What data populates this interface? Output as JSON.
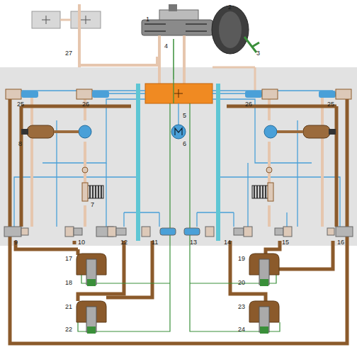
{
  "diagram": {
    "labels": [
      "1",
      "2",
      "3",
      "4",
      "27",
      "25",
      "26",
      "5",
      "26",
      "25",
      "6",
      "8",
      "7",
      "9",
      "10",
      "12",
      "11",
      "13",
      "14",
      "15",
      "16",
      "17",
      "18",
      "19",
      "20",
      "21",
      "22",
      "23",
      "24"
    ]
  }
}
